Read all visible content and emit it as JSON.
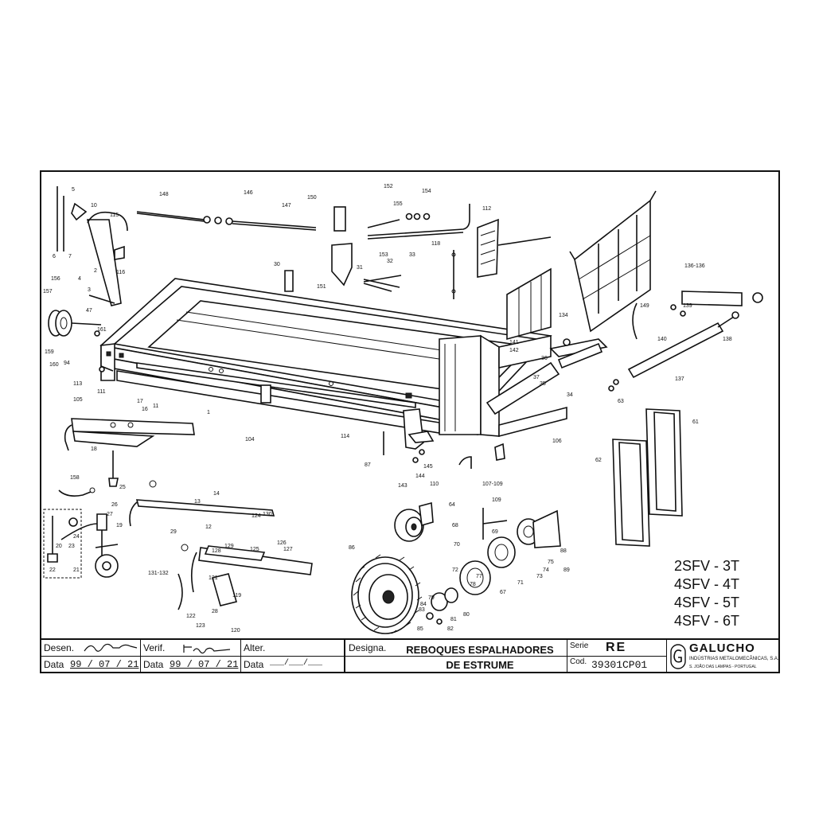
{
  "models": [
    "2SFV - 3T",
    "4SFV - 4T",
    "4SFV - 5T",
    "4SFV - 6T"
  ],
  "callouts": [
    "1",
    "2",
    "3",
    "4",
    "5",
    "6",
    "7",
    "10",
    "11",
    "12",
    "13",
    "14",
    "16",
    "17",
    "18",
    "19",
    "20",
    "21",
    "22",
    "23",
    "24",
    "25",
    "26",
    "27",
    "28",
    "29",
    "30",
    "31",
    "32",
    "33",
    "34",
    "35",
    "36",
    "37",
    "47",
    "61",
    "62",
    "63",
    "64",
    "67",
    "68",
    "69",
    "70",
    "71",
    "72",
    "73",
    "74",
    "75",
    "77",
    "78",
    "79",
    "80",
    "81",
    "82",
    "83",
    "84",
    "85",
    "86",
    "87",
    "88",
    "89",
    "94",
    "104",
    "105",
    "106",
    "107-109",
    "109",
    "110",
    "111",
    "112",
    "113",
    "114",
    "115",
    "116",
    "118",
    "119",
    "120",
    "121",
    "122",
    "123",
    "124",
    "125",
    "126",
    "127",
    "128",
    "129",
    "130",
    "131-132",
    "134",
    "136-136",
    "137",
    "138",
    "139",
    "140",
    "141",
    "142",
    "143",
    "144",
    "145",
    "146",
    "147",
    "148",
    "149",
    "150",
    "151",
    "152",
    "153",
    "154",
    "155",
    "156",
    "157",
    "158",
    "159",
    "160",
    "161"
  ],
  "titleblock": {
    "desen_label": "Desen.",
    "verif_label": "Verif.",
    "alter_label": "Alter.",
    "data_label": "Data",
    "desen_date": "99 / 07 / 21",
    "verif_date": "99 / 07 / 21",
    "alter_date": "___/___/___",
    "designa_label": "Designa.",
    "designation_line1": "REBOQUES ESPALHADORES",
    "designation_line2": "DE ESTRUME",
    "serie_label": "Serie",
    "serie_value": "RE",
    "cod_label": "Cod.",
    "cod_value": "39301CP01",
    "brand_name": "GALUCHO",
    "brand_subtitle": "INDÚSTRIAS METALOMECÂNICAS, S.A.",
    "brand_location": "S. JOÃO DAS LAMPAS - PORTUGAL"
  }
}
